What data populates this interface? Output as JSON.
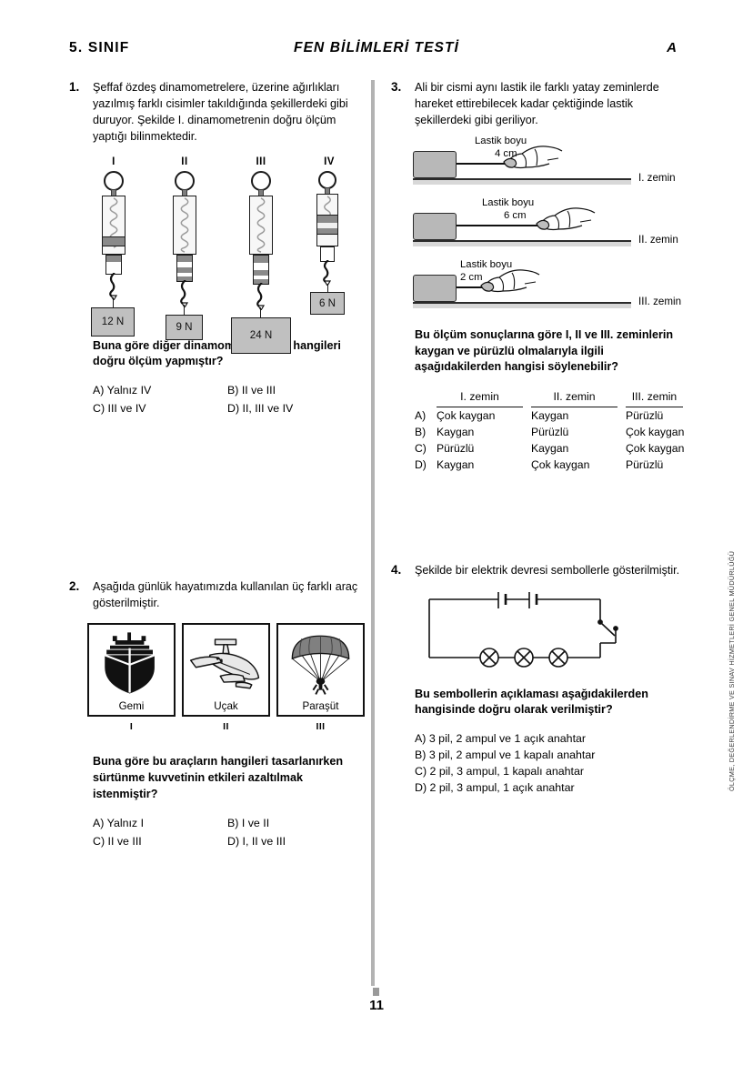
{
  "header": {
    "grade": "5. SINIF",
    "title": "FEN BİLİMLERİ TESTİ",
    "booklet": "A"
  },
  "sidebar_credit": "ÖLÇME, DEĞERLENDİRME VE SINAV HİZMETLERİ GENEL MÜDÜRLÜĞÜ",
  "footer": {
    "page_number": "11"
  },
  "questions": [
    {
      "number": "1.",
      "stem": "Şeffaf özdeş dinamometrelere, üzerine ağırlıkları yazılmış farklı cisimler takıldığında şekillerdeki gibi duruyor. Şekilde I. dinamometrenin doğru ölçüm yaptığı bilinmektedir.",
      "ask": "Buna göre diğer dinamometrelerden hangileri doğru ölçüm yapmıştır?",
      "figure": {
        "dynamometers": [
          {
            "label": "I",
            "weight": "12 N"
          },
          {
            "label": "II",
            "weight": "9 N"
          },
          {
            "label": "III",
            "weight": "24 N"
          },
          {
            "label": "IV",
            "weight": "6 N"
          }
        ]
      },
      "options": [
        {
          "key": "A)",
          "text": "Yalnız IV"
        },
        {
          "key": "B)",
          "text": "II ve III"
        },
        {
          "key": "C)",
          "text": "III ve IV"
        },
        {
          "key": "D)",
          "text": "II, III ve IV"
        }
      ]
    },
    {
      "number": "2.",
      "stem": "Aşağıda günlük hayatımızda kullanılan üç farklı araç gösterilmiştir.",
      "ask": "Buna göre bu araçların hangileri tasarlanırken sürtünme kuvvetinin etkileri azaltılmak istenmiştir?",
      "figure": {
        "vehicles": [
          {
            "name": "Gemi",
            "roman": "I",
            "icon": "ship-icon"
          },
          {
            "name": "Uçak",
            "roman": "II",
            "icon": "airplane-icon"
          },
          {
            "name": "Paraşüt",
            "roman": "III",
            "icon": "parachute-icon"
          }
        ]
      },
      "options": [
        {
          "key": "A)",
          "text": "Yalnız I"
        },
        {
          "key": "B)",
          "text": "I ve II"
        },
        {
          "key": "C)",
          "text": "II ve III"
        },
        {
          "key": "D)",
          "text": "I, II ve III"
        }
      ]
    },
    {
      "number": "3.",
      "stem": "Ali bir cismi aynı lastik ile farklı yatay zeminlerde hareket ettirebilecek kadar çektiğinde lastik şekillerdeki gibi geriliyor.",
      "ask": "Bu ölçüm sonuçlarına göre I, II ve III. zeminlerin kaygan ve pürüzlü olmalarıyla ilgili aşağıdakilerden hangisi söylenebilir?",
      "figure": {
        "surfaces": [
          {
            "caption_line1": "Lastik boyu",
            "caption_line2": "4 cm",
            "label": "I. zemin"
          },
          {
            "caption_line1": "Lastik boyu",
            "caption_line2": "6 cm",
            "label": "II. zemin"
          },
          {
            "caption_line1": "Lastik boyu",
            "caption_line2": "2 cm",
            "label": "III. zemin"
          }
        ]
      },
      "answer_table": {
        "headers": [
          "I. zemin",
          "II. zemin",
          "III. zemin"
        ],
        "rows": [
          {
            "key": "A)",
            "cells": [
              "Çok kaygan",
              "Kaygan",
              "Pürüzlü"
            ]
          },
          {
            "key": "B)",
            "cells": [
              "Kaygan",
              "Pürüzlü",
              "Çok kaygan"
            ]
          },
          {
            "key": "C)",
            "cells": [
              "Pürüzlü",
              "Kaygan",
              "Çok kaygan"
            ]
          },
          {
            "key": "D)",
            "cells": [
              "Kaygan",
              "Çok kaygan",
              "Pürüzlü"
            ]
          }
        ]
      }
    },
    {
      "number": "4.",
      "stem": "Şekilde bir elektrik devresi sembollerle gösterilmiştir.",
      "ask": "Bu sembollerin açıklaması aşağıdakilerden hangisinde doğru olarak verilmiştir?",
      "figure": {
        "circuit": {
          "batteries": 2,
          "lamps": 3,
          "switch": "open"
        }
      },
      "options": [
        {
          "key": "A)",
          "text": "3 pil, 2 ampul ve 1 açık anahtar"
        },
        {
          "key": "B)",
          "text": "3 pil, 2 ampul ve 1 kapalı anahtar"
        },
        {
          "key": "C)",
          "text": "2 pil, 3 ampul, 1 kapalı anahtar"
        },
        {
          "key": "D)",
          "text": "2 pil, 3 ampul, 1 açık anahtar"
        }
      ]
    }
  ],
  "colors": {
    "ink": "#111111",
    "weight_box_fill": "#c0c0c0",
    "block_fill": "#b8b8b8",
    "divider": "#b3b3b3"
  }
}
